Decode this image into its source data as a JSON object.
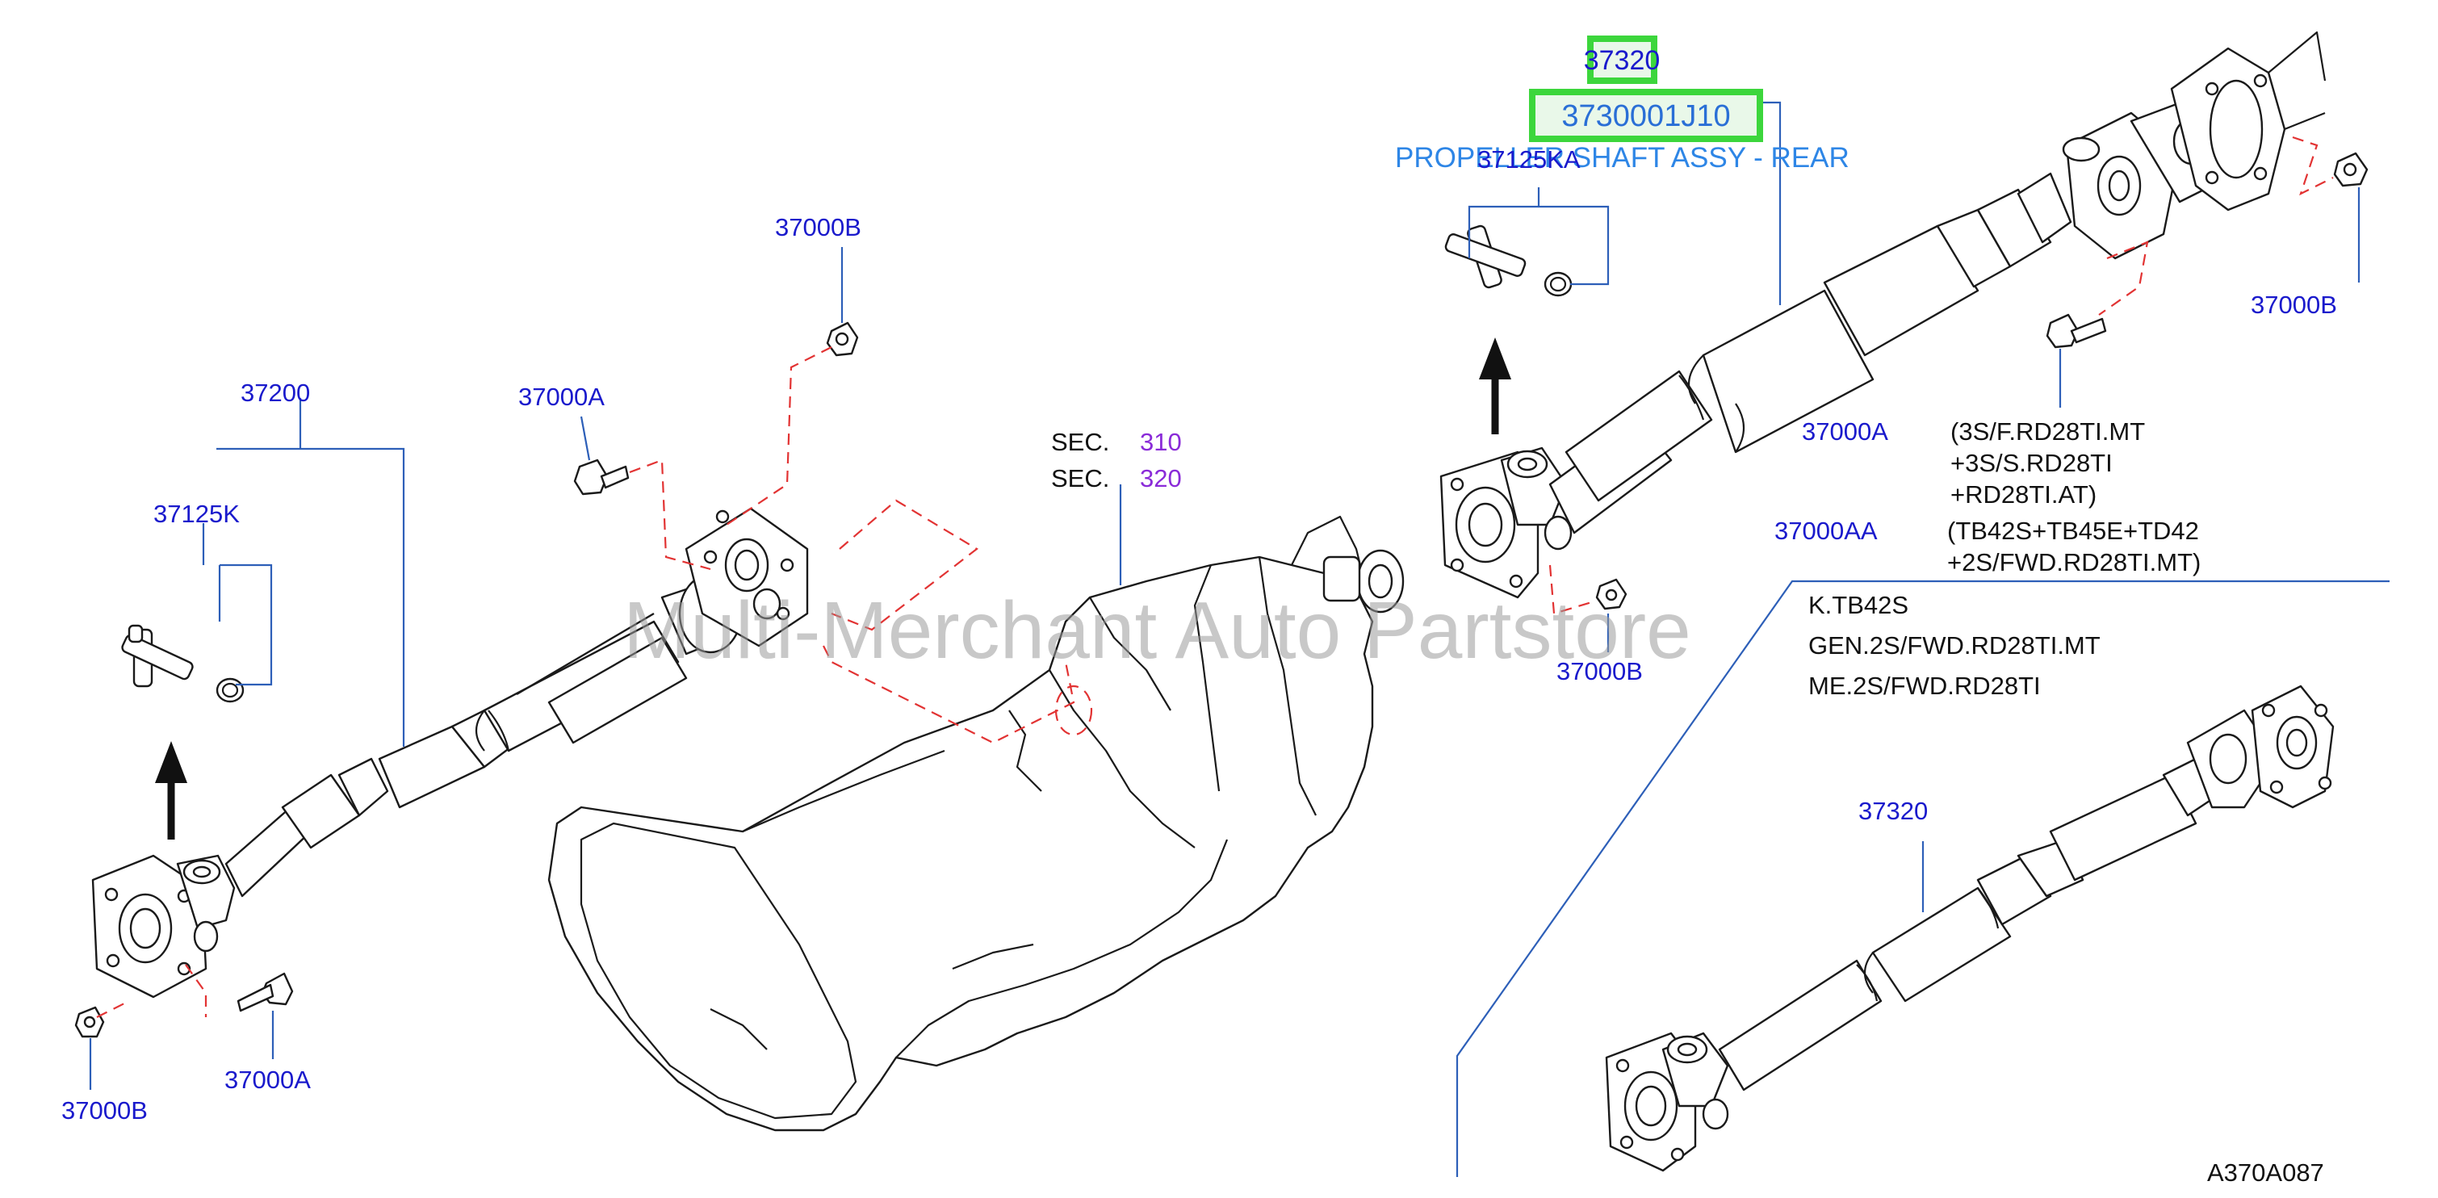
{
  "colors": {
    "part_number": "#1a1acc",
    "description": "#2e86e6",
    "section_number": "#8a2bd8",
    "highlight": "#3cd63c",
    "leader": "#2d5fb8",
    "hidden_line": "#e23333"
  },
  "watermark": "Multi-Merchant Auto Partstore",
  "diagram_code": "A370A087",
  "highlight": {
    "part_number": "37320",
    "sub_part_number": "3730001J10",
    "description": "PROPELLER SHAFT ASSY - REAR"
  },
  "sections": [
    {
      "label": "SEC.",
      "number": "310"
    },
    {
      "label": "SEC.",
      "number": "320"
    }
  ],
  "callouts": {
    "front_shaft": "37200",
    "front_spider": "37125K",
    "front_top_nut": "37000B",
    "front_top_bolt": "37000A",
    "front_bottom_nut": "37000B",
    "front_bottom_bolt": "37000A",
    "rear_spider": "37125KA",
    "rear_top_nut": "37000B",
    "rear_bolt": "37000A",
    "rear_bolt_alt": "37000AA",
    "rear_bottom_nut": "37000B",
    "lower_shaft": "37320"
  },
  "applicability": {
    "bolt_a": [
      "(3S/F.RD28TI.MT",
      "+3S/S.RD28TI",
      "+RD28TI.AT)"
    ],
    "bolt_aa": [
      "(TB42S+TB45E+TD42",
      "+2S/FWD.RD28TI.MT)"
    ],
    "lower_shaft_models": [
      "K.TB42S",
      "GEN.2S/FWD.RD28TI.MT",
      "ME.2S/FWD.RD28TI"
    ]
  }
}
